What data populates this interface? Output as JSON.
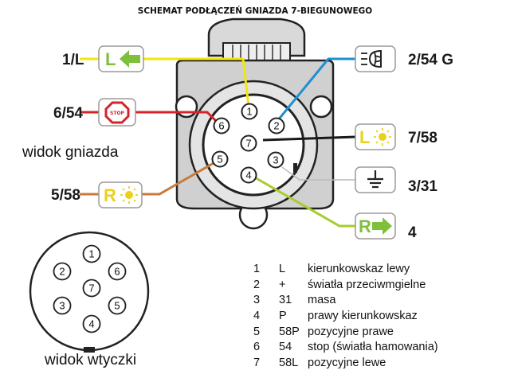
{
  "title": "SCHEMAT PODŁĄCZEŃ GNIAZDA 7-BIEGUNOWEGO",
  "socket_view_label": "widok gniazda",
  "plug_view_label": "widok wtyczki",
  "colors": {
    "yellow": "#f2e60f",
    "blue": "#1f8fd0",
    "red": "#d5232a",
    "black": "#1a1a1a",
    "white": "#ffffff",
    "green": "#a7cc2e",
    "brown": "#c77a3b",
    "icon_green": "#7fbf3c",
    "icon_yellow": "#ead21c",
    "stop_red": "#d5232a"
  },
  "connections": [
    {
      "terminal": "1/L",
      "pin": "1",
      "wire": "yellow",
      "icon": "turn-left-arrow-icon",
      "icon_letter": "L",
      "side": "left"
    },
    {
      "terminal": "2/54 G",
      "pin": "2",
      "wire": "blue",
      "icon": "rear-fog-light-icon",
      "icon_letter": "",
      "side": "right"
    },
    {
      "terminal": "6/54",
      "pin": "6",
      "wire": "red",
      "icon": "stop-sign-icon",
      "icon_letter": "STOP",
      "side": "left"
    },
    {
      "terminal": "7/58",
      "pin": "7",
      "wire": "black",
      "icon": "left-position-light-icon",
      "icon_letter": "L",
      "side": "right"
    },
    {
      "terminal": "5/58",
      "pin": "5",
      "wire": "brown",
      "icon": "right-position-light-icon",
      "icon_letter": "R",
      "side": "left"
    },
    {
      "terminal": "3/31",
      "pin": "3",
      "wire": "white",
      "icon": "ground-icon",
      "icon_letter": "",
      "side": "right"
    },
    {
      "terminal": "4",
      "pin": "4",
      "wire": "green",
      "icon": "turn-right-arrow-icon",
      "icon_letter": "R",
      "side": "right"
    }
  ],
  "socket_pins": [
    "1",
    "2",
    "3",
    "4",
    "5",
    "6",
    "7"
  ],
  "plug_pins": [
    "1",
    "2",
    "3",
    "4",
    "5",
    "6",
    "7"
  ],
  "legend": [
    {
      "num": "1",
      "symbol": "L",
      "description": "kierunkowskaz lewy"
    },
    {
      "num": "2",
      "symbol": "+",
      "description": "światła przeciwmgielne"
    },
    {
      "num": "3",
      "symbol": "31",
      "description": "masa"
    },
    {
      "num": "4",
      "symbol": "P",
      "description": "prawy kierunkowskaz"
    },
    {
      "num": "5",
      "symbol": "58P",
      "description": "pozycyjne prawe"
    },
    {
      "num": "6",
      "symbol": "54",
      "description": "stop (światła hamowania)"
    },
    {
      "num": "7",
      "symbol": "58L",
      "description": "pozycyjne lewe"
    }
  ]
}
